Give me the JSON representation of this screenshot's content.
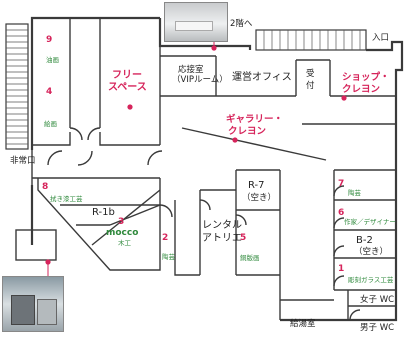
{
  "top_label": "2階へ",
  "entrance": "入口",
  "emergency_exit": "非常口",
  "rooms": {
    "reception": [
      "応接室",
      "（VIPルーム）"
    ],
    "office": "運営オフィス",
    "counter": [
      "受",
      "付"
    ],
    "free_space": [
      "フリー",
      "スペース"
    ],
    "shop": [
      "ショップ・",
      "クレヨン"
    ],
    "gallery": [
      "ギャラリー・",
      "クレヨン"
    ],
    "r1b": "R-1b",
    "r7": [
      "R-7",
      "（空き）"
    ],
    "rental": [
      "レンタル",
      "アトリエ"
    ],
    "b2": [
      "B-2",
      "（空き）"
    ],
    "women_wc": "女子 WC",
    "men_wc": "男子 WC",
    "kitchen": "給湯室"
  },
  "studios": [
    {
      "num": "9",
      "name": "油画"
    },
    {
      "num": "4",
      "name": "絵画"
    },
    {
      "num": "8",
      "name": "拭き漆工芸"
    },
    {
      "num": "3",
      "name": "木工",
      "brand": "mocco"
    },
    {
      "num": "2",
      "name": "陶芸"
    },
    {
      "num": "5",
      "name": "銅版画"
    },
    {
      "num": "7",
      "name": "陶芸"
    },
    {
      "num": "6",
      "name": "作家／デザイナー"
    },
    {
      "num": "1",
      "name": "彫刻ガラス工芸"
    }
  ],
  "colors": {
    "accent": "#d6245b",
    "studio_label": "#2f8a3c",
    "wall": "#3a3a3a"
  }
}
